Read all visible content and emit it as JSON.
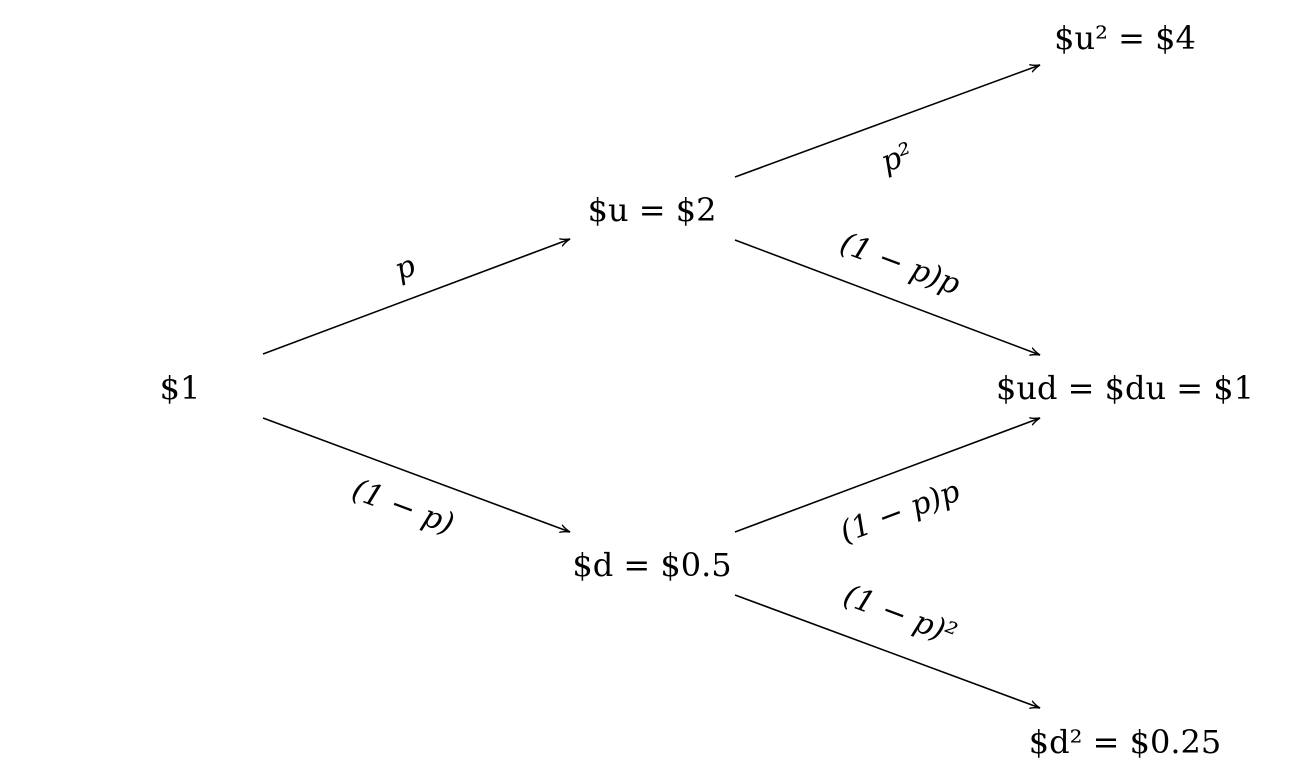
{
  "nodes": {
    "root": "$1",
    "up": "$u = $2",
    "down": "$d = $0.5",
    "upup": "$u² = $4",
    "updown": "$ud = $du = $1",
    "downdown": "$d² = $0.25"
  },
  "edges": {
    "root_up": "p",
    "root_down": "(1 − p)",
    "up_upup": "p²",
    "up_updown": "(1 − p)p",
    "down_updown": "(1 − p)p",
    "down_downdown": "(1 − p)²"
  }
}
